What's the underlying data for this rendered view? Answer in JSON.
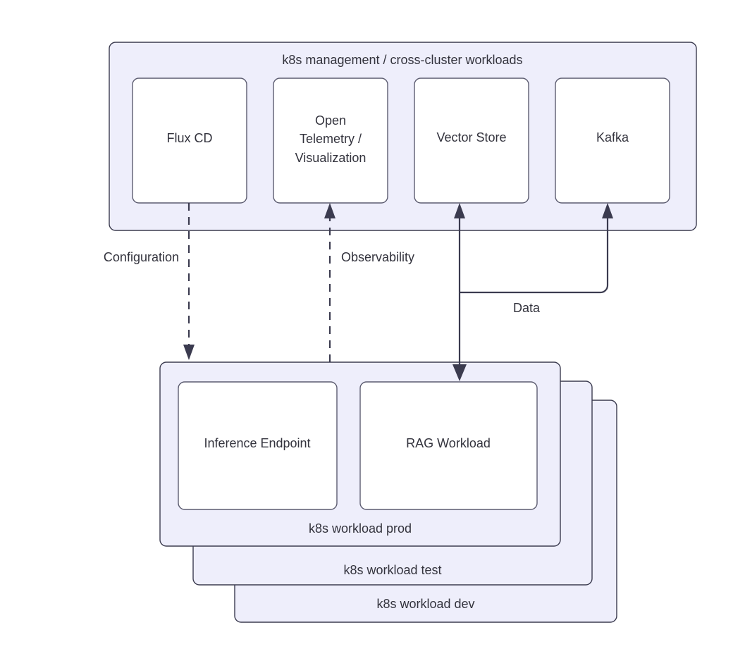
{
  "diagram": {
    "title": "k8s management / cross-cluster workloads",
    "background_color": "#ffffff",
    "group_fill": "#eeeefb",
    "node_fill": "#ffffff",
    "stroke_color": "#3b3b4f",
    "text_color": "#33333d",
    "management_group": {
      "label": "k8s management / cross-cluster workloads",
      "nodes": [
        {
          "id": "flux-cd",
          "label": "Flux CD"
        },
        {
          "id": "open-telemetry",
          "label_line1": "Open",
          "label_line2": "Telemetry /",
          "label_line3": "Visualization"
        },
        {
          "id": "vector-store",
          "label": "Vector Store"
        },
        {
          "id": "kafka",
          "label": "Kafka"
        }
      ]
    },
    "workload_stack": [
      {
        "id": "k8s-workload-dev",
        "label": "k8s workload dev"
      },
      {
        "id": "k8s-workload-test",
        "label": "k8s workload test"
      },
      {
        "id": "k8s-workload-prod",
        "label": "k8s workload prod"
      }
    ],
    "workload_nodes": [
      {
        "id": "inference-endpoint",
        "label": "Inference Endpoint"
      },
      {
        "id": "rag-workload",
        "label": "RAG Workload"
      }
    ],
    "edges": [
      {
        "id": "configuration",
        "label": "Configuration",
        "style": "dashed",
        "from": "flux-cd",
        "to": "k8s-workload-prod"
      },
      {
        "id": "observability",
        "label": "Observability",
        "style": "dashed",
        "from": "k8s-workload-prod",
        "to": "open-telemetry"
      },
      {
        "id": "data",
        "label": "Data",
        "style": "solid",
        "from": "rag-workload",
        "to": "vector-store"
      }
    ]
  }
}
